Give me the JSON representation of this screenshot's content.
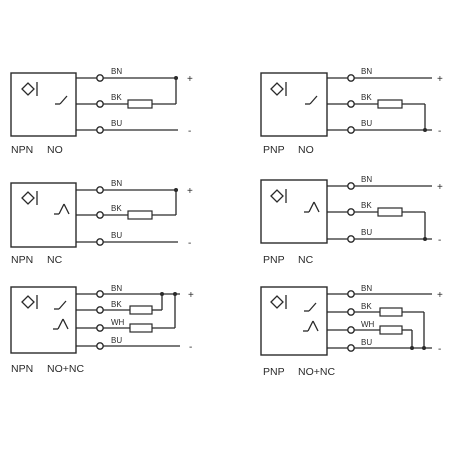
{
  "diagrams": [
    {
      "id": "npn-no",
      "type_label": "NPN",
      "mode_label": "NO",
      "sign_top": "+",
      "sign_bottom": "-",
      "wires": [
        "BN",
        "BK",
        "BU"
      ]
    },
    {
      "id": "pnp-no",
      "type_label": "PNP",
      "mode_label": "NO",
      "sign_top": "+",
      "sign_bottom": "-",
      "wires": [
        "BN",
        "BK",
        "BU"
      ]
    },
    {
      "id": "npn-nc",
      "type_label": "NPN",
      "mode_label": "NC",
      "sign_top": "+",
      "sign_bottom": "-",
      "wires": [
        "BN",
        "BK",
        "BU"
      ]
    },
    {
      "id": "pnp-nc",
      "type_label": "PNP",
      "mode_label": "NC",
      "sign_top": "+",
      "sign_bottom": "-",
      "wires": [
        "BN",
        "BK",
        "BU"
      ]
    },
    {
      "id": "npn-no-nc",
      "type_label": "NPN",
      "mode_label": "NO+NC",
      "sign_top": "+",
      "sign_bottom": "-",
      "wires": [
        "BN",
        "BK",
        "WH",
        "BU"
      ]
    },
    {
      "id": "pnp-no-nc",
      "type_label": "PNP",
      "mode_label": "NO+NC",
      "sign_top": "+",
      "sign_bottom": "-",
      "wires": [
        "BN",
        "BK",
        "WH",
        "BU"
      ]
    }
  ]
}
